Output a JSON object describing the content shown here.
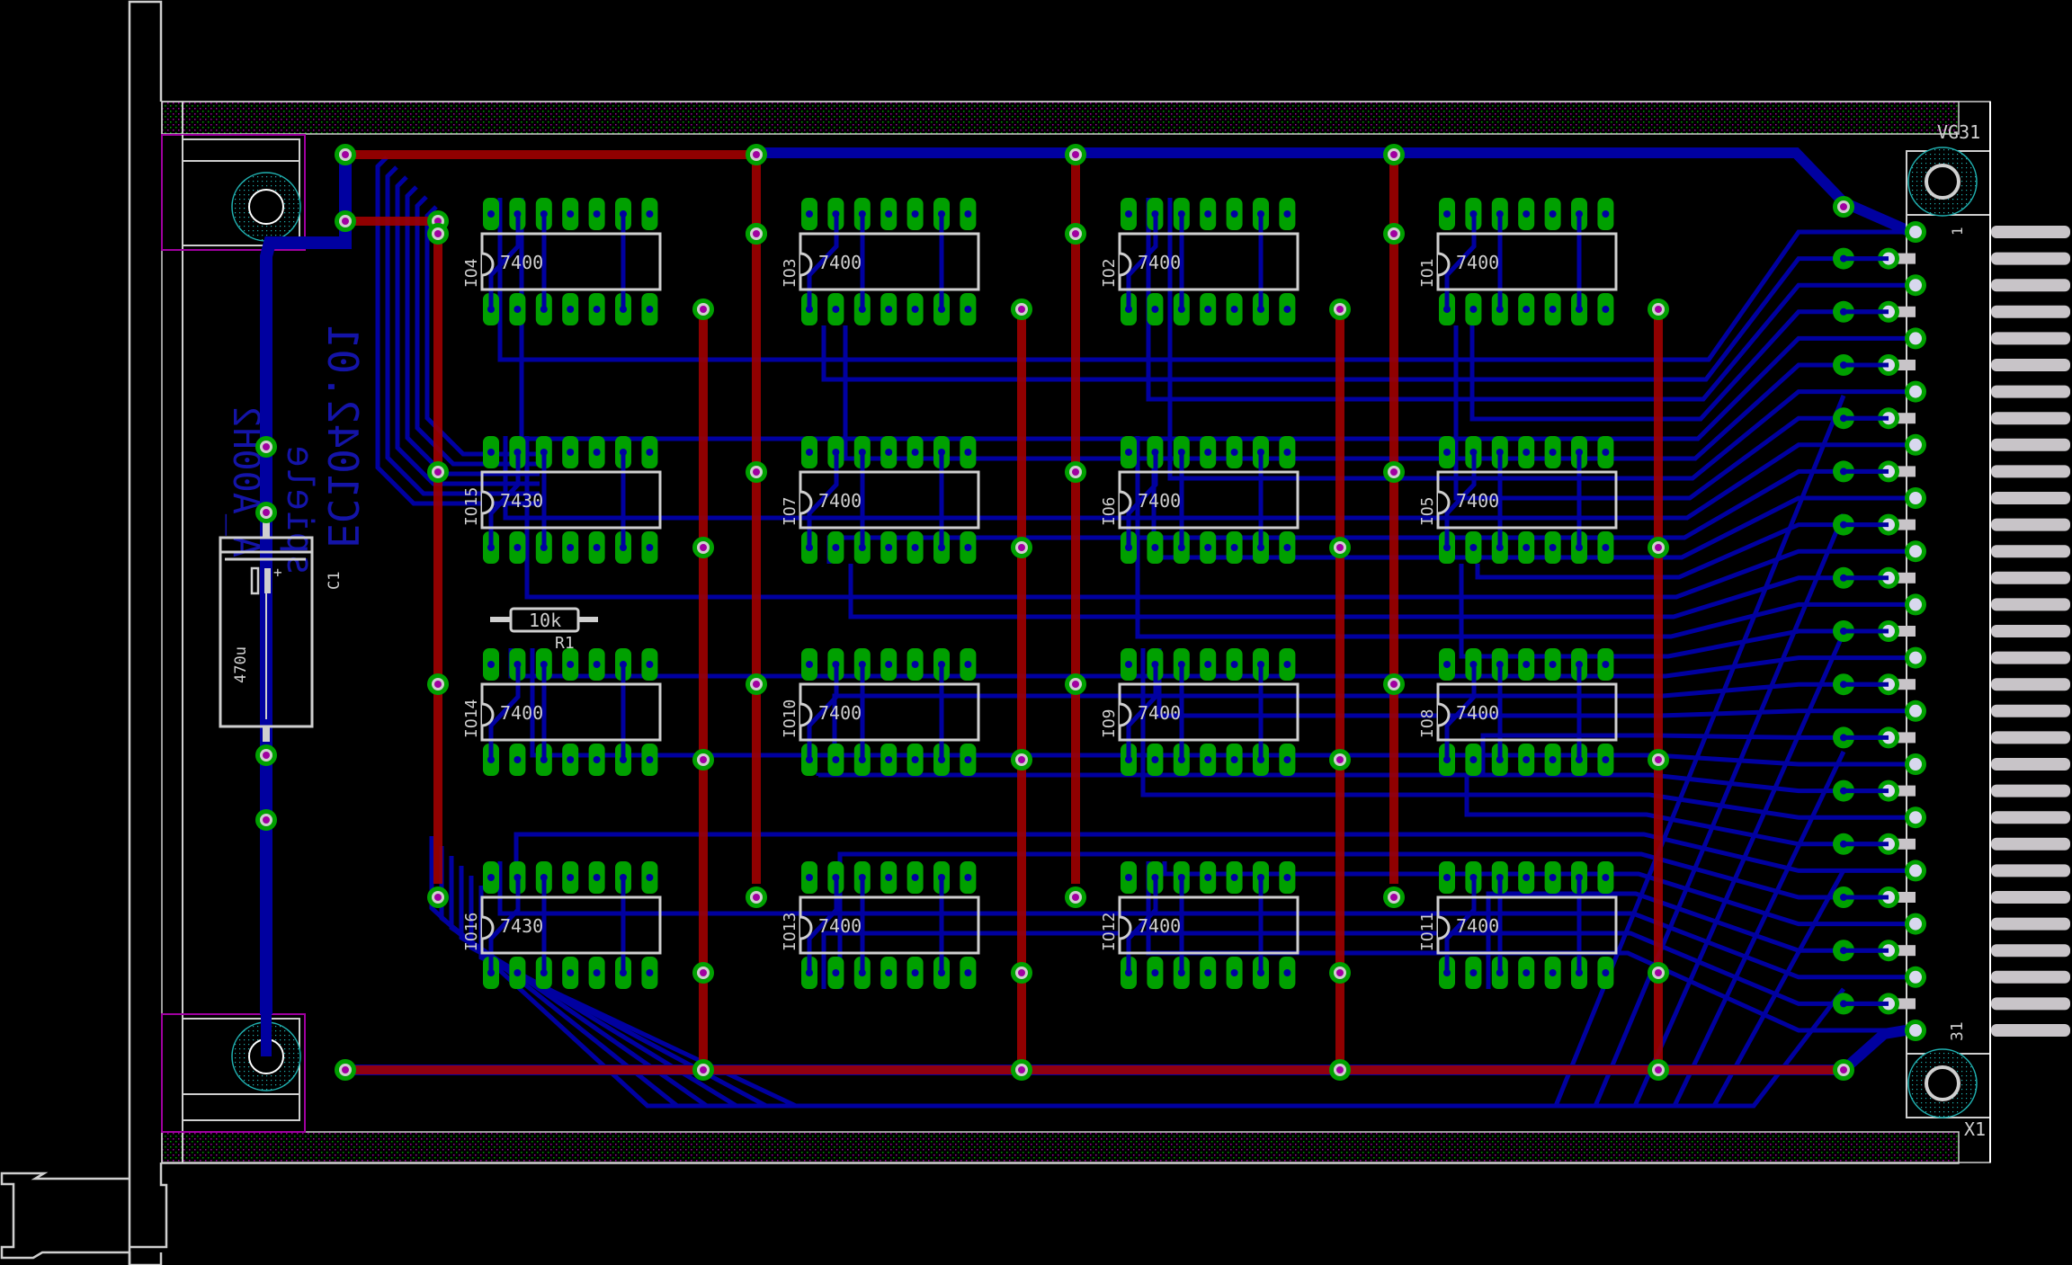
{
  "app": {
    "title": "PCB layout editor - board view"
  },
  "board": {
    "name": "EC1042.01",
    "bottom_text": [
      "EC1042.01",
      "spiele",
      "A_A00H2"
    ],
    "colors": {
      "background": "#000000",
      "top_copper": "#a00000",
      "bottom_copper": "#0000a0",
      "pad": "#00a000",
      "via_drill": "#a000a0",
      "silkscreen": "#cfcfcf",
      "dimension": "#a000a0",
      "hole": "#20b0b0"
    }
  },
  "connector": {
    "ref": "X1",
    "value": "VG31",
    "pin_first": "1",
    "pin_last": "31",
    "pin_count": 31
  },
  "capacitor": {
    "ref": "C1",
    "value": "470u"
  },
  "resistor": {
    "ref": "R1",
    "value": "10k"
  },
  "ics": [
    {
      "ref": "IO4",
      "value": "7400",
      "col": 0,
      "row": 0
    },
    {
      "ref": "IO3",
      "value": "7400",
      "col": 1,
      "row": 0
    },
    {
      "ref": "IO2",
      "value": "7400",
      "col": 2,
      "row": 0
    },
    {
      "ref": "IO1",
      "value": "7400",
      "col": 3,
      "row": 0
    },
    {
      "ref": "IO15",
      "value": "7430",
      "col": 0,
      "row": 1
    },
    {
      "ref": "IO7",
      "value": "7400",
      "col": 1,
      "row": 1
    },
    {
      "ref": "IO6",
      "value": "7400",
      "col": 2,
      "row": 1
    },
    {
      "ref": "IO5",
      "value": "7400",
      "col": 3,
      "row": 1
    },
    {
      "ref": "IO14",
      "value": "7400",
      "col": 0,
      "row": 2
    },
    {
      "ref": "IO10",
      "value": "7400",
      "col": 1,
      "row": 2
    },
    {
      "ref": "IO9",
      "value": "7400",
      "col": 2,
      "row": 2
    },
    {
      "ref": "IO8",
      "value": "7400",
      "col": 3,
      "row": 2
    },
    {
      "ref": "IO16",
      "value": "7430",
      "col": 0,
      "row": 3
    },
    {
      "ref": "IO13",
      "value": "7400",
      "col": 1,
      "row": 3
    },
    {
      "ref": "IO12",
      "value": "7400",
      "col": 2,
      "row": 3
    },
    {
      "ref": "IO11",
      "value": "7400",
      "col": 3,
      "row": 3
    }
  ]
}
